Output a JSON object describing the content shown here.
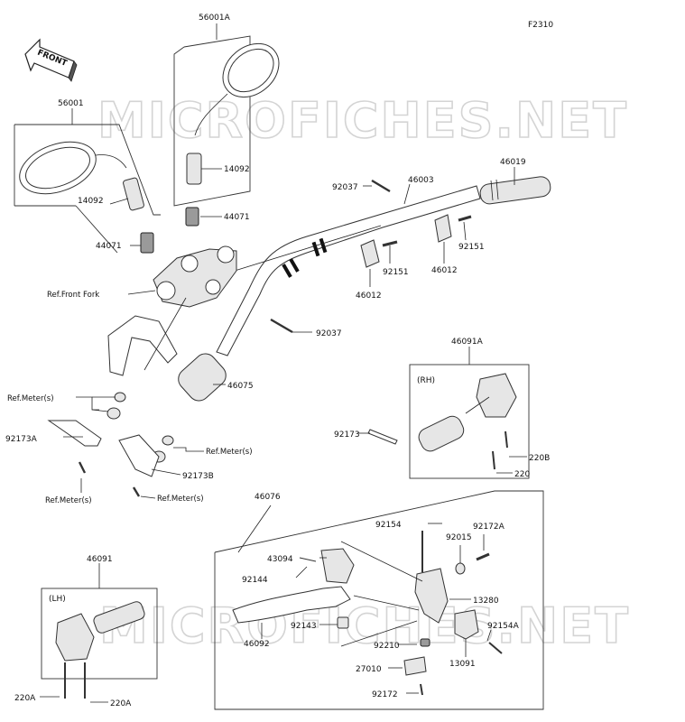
{
  "figure_code": "F2310",
  "front_arrow": "FRONT",
  "watermark": "MICROFICHES.NET",
  "box_labels": {
    "rh": "(RH)",
    "lh": "(LH)"
  },
  "labels": [
    "56001A",
    "56001",
    "14092",
    "14092",
    "44071",
    "44071",
    "Ref.Front Fork",
    "92037",
    "46003",
    "46019",
    "92151",
    "92151",
    "46012",
    "46012",
    "92037",
    "46091A",
    "Ref.Meter(s)",
    "92173A",
    "Ref.Meter(s)",
    "Ref.Meter(s)",
    "92173B",
    "Ref.Meter(s)",
    "46075",
    "92173",
    "220B",
    "220",
    "46076",
    "92154",
    "92172A",
    "92015",
    "43094",
    "92144",
    "13280",
    "92143",
    "46092",
    "92154A",
    "92210",
    "13091",
    "27010",
    "92172",
    "46091",
    "220A",
    "220A"
  ]
}
